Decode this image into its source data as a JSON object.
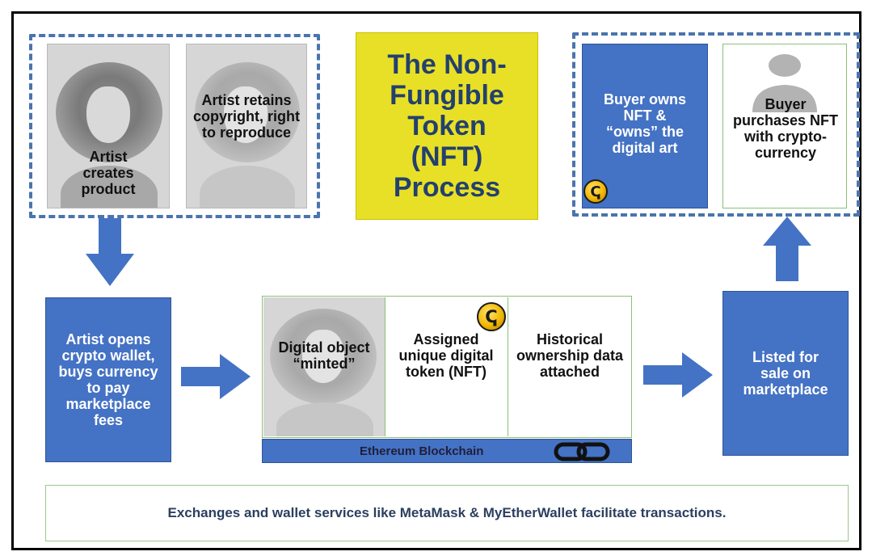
{
  "title": "The Non-Fungible Token (NFT) Process",
  "steps": {
    "artist_creates": "Artist creates product",
    "artist_retains": "Artist retains copyright, right to reproduce",
    "buyer_owns": "Buyer owns NFT & “owns” the digital art",
    "buyer_purchases": "Buyer purchases NFT with crypto-currency",
    "artist_opens": "Artist opens crypto wallet, buys currency to pay marketplace fees",
    "digital_object": "Digital object “minted”",
    "assigned_token": "Assigned unique digital token (NFT)",
    "historical_data": "Historical ownership data attached",
    "listed_for_sale": "Listed for sale on marketplace"
  },
  "blockchain_label": "Ethereum Blockchain",
  "footer": "Exchanges and wallet services like MetaMask & MyEtherWallet facilitate transactions.",
  "colors": {
    "blue": "#4472c4",
    "title_bg": "#e8e026",
    "title_text": "#23406e",
    "dashed": "#4a74ad"
  },
  "icons": [
    "coin-icon",
    "chain-link-icon",
    "person-silhouette-icon"
  ]
}
